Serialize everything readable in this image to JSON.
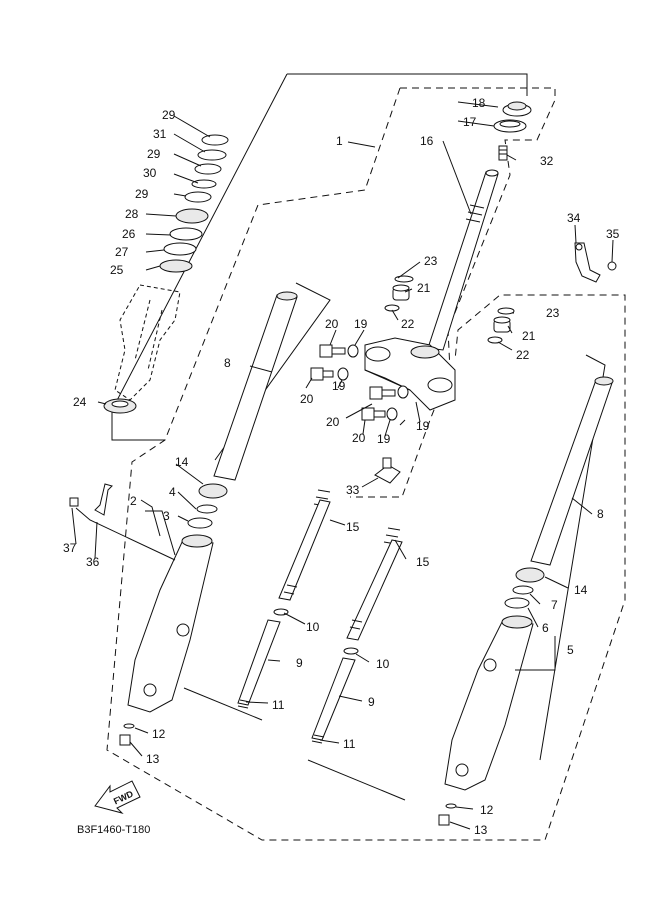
{
  "diagram_code": "B3F1460-T180",
  "fwd_label": "FWD",
  "callouts": {
    "c1": "1",
    "c2": "2",
    "c3": "3",
    "c4": "4",
    "c5": "5",
    "c6": "6",
    "c7": "7",
    "c8a": "8",
    "c8b": "8",
    "c9a": "9",
    "c9b": "9",
    "c10a": "10",
    "c10b": "10",
    "c11a": "11",
    "c11b": "11",
    "c12a": "12",
    "c12b": "12",
    "c13a": "13",
    "c13b": "13",
    "c14a": "14",
    "c14b": "14",
    "c15a": "15",
    "c15b": "15",
    "c16": "16",
    "c17": "17",
    "c18": "18",
    "c19a": "19",
    "c19b": "19",
    "c19c": "19",
    "c19d": "19",
    "c20a": "20",
    "c20b": "20",
    "c20c": "20",
    "c20d": "20",
    "c21a": "21",
    "c21b": "21",
    "c22a": "22",
    "c22b": "22",
    "c23a": "23",
    "c23b": "23",
    "c24": "24",
    "c25": "25",
    "c26": "26",
    "c27": "27",
    "c28": "28",
    "c29a": "29",
    "c29b": "29",
    "c29c": "29",
    "c30": "30",
    "c31": "31",
    "c32": "32",
    "c33": "33",
    "c34": "34",
    "c35": "35",
    "c36": "36",
    "c37": "37"
  }
}
